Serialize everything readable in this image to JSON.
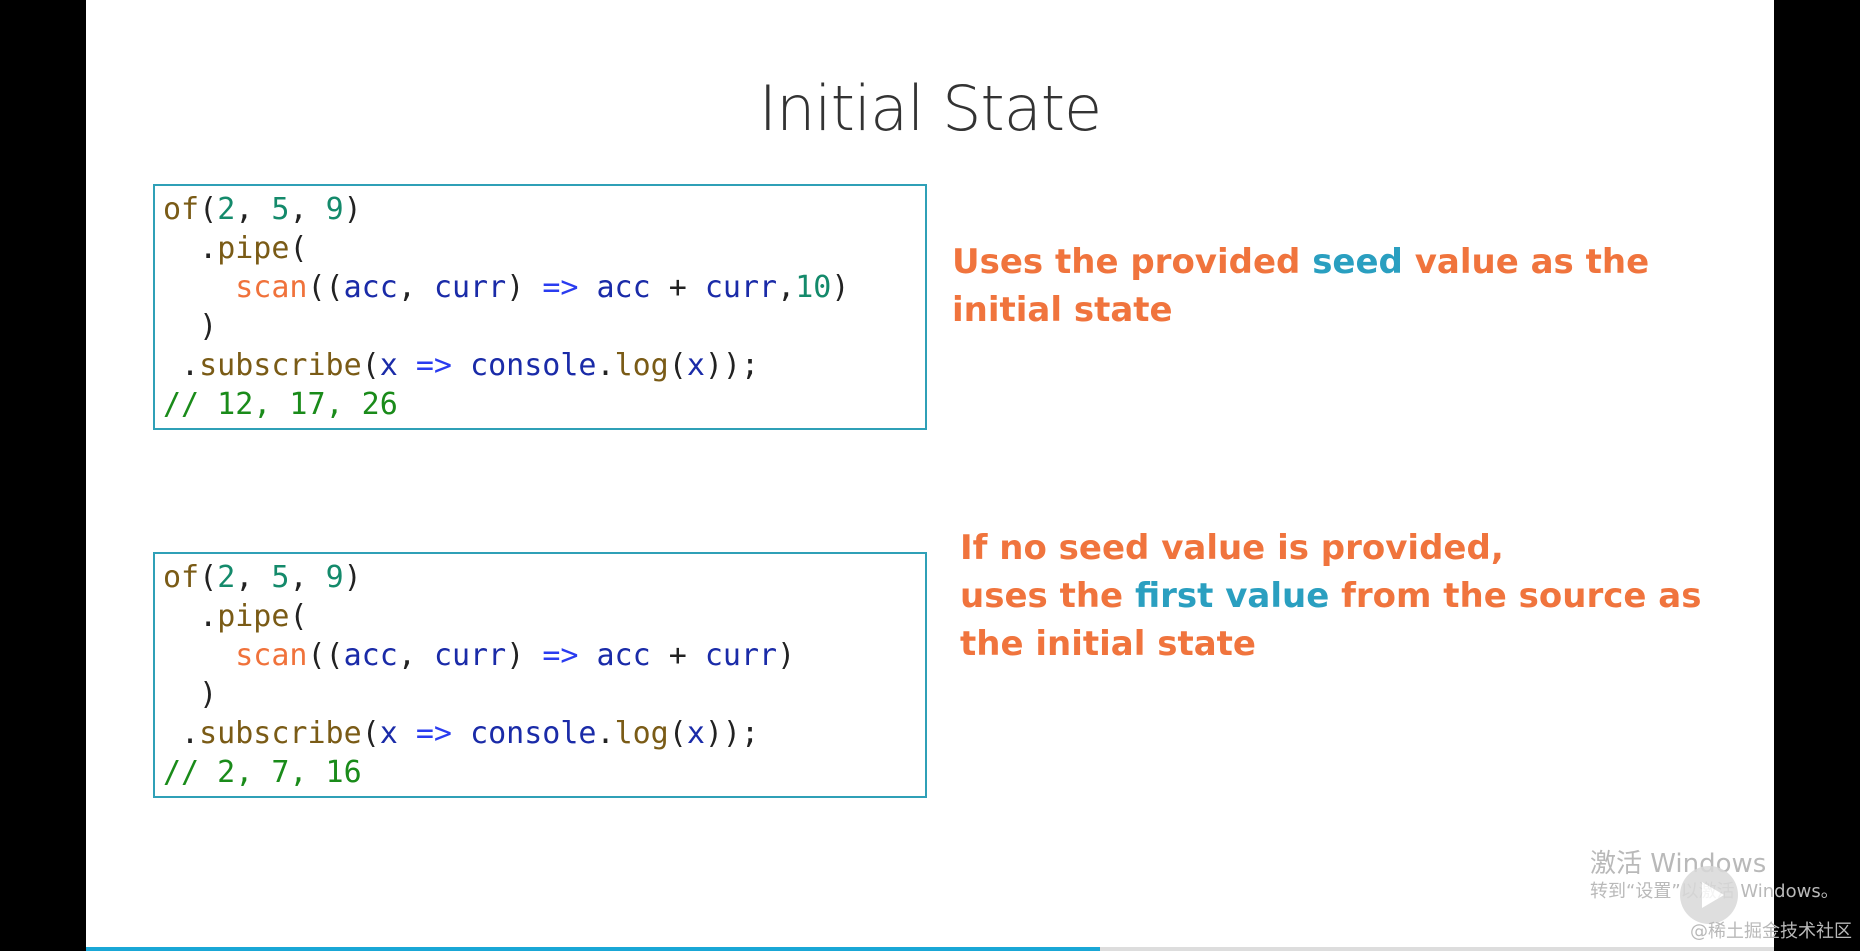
{
  "slide": {
    "title": "Initial State",
    "example1": {
      "lines": [
        [
          {
            "t": "of",
            "c": "fn"
          },
          {
            "t": "(",
            "c": "par"
          },
          {
            "t": "2",
            "c": "num"
          },
          {
            "t": ", ",
            "c": "par"
          },
          {
            "t": "5",
            "c": "num"
          },
          {
            "t": ", ",
            "c": "par"
          },
          {
            "t": "9",
            "c": "num"
          },
          {
            "t": ")",
            "c": "par"
          }
        ],
        [
          {
            "t": "  .",
            "c": "par"
          },
          {
            "t": "pipe",
            "c": "fn"
          },
          {
            "t": "(",
            "c": "par"
          }
        ],
        [
          {
            "t": "    ",
            "c": "par"
          },
          {
            "t": "scan",
            "c": "scan-kw"
          },
          {
            "t": "((",
            "c": "par"
          },
          {
            "t": "acc",
            "c": "id"
          },
          {
            "t": ", ",
            "c": "par"
          },
          {
            "t": "curr",
            "c": "id"
          },
          {
            "t": ") ",
            "c": "par"
          },
          {
            "t": "=>",
            "c": "op"
          },
          {
            "t": " ",
            "c": "par"
          },
          {
            "t": "acc",
            "c": "id"
          },
          {
            "t": " + ",
            "c": "par"
          },
          {
            "t": "curr",
            "c": "id"
          },
          {
            "t": ",",
            "c": "par"
          },
          {
            "t": "10",
            "c": "num"
          },
          {
            "t": ")",
            "c": "par"
          }
        ],
        [
          {
            "t": "  )",
            "c": "par"
          }
        ],
        [
          {
            "t": " .",
            "c": "par"
          },
          {
            "t": "subscribe",
            "c": "fn"
          },
          {
            "t": "(",
            "c": "par"
          },
          {
            "t": "x",
            "c": "id"
          },
          {
            "t": " ",
            "c": "par"
          },
          {
            "t": "=>",
            "c": "op"
          },
          {
            "t": " ",
            "c": "par"
          },
          {
            "t": "console",
            "c": "id"
          },
          {
            "t": ".",
            "c": "par"
          },
          {
            "t": "log",
            "c": "fn"
          },
          {
            "t": "(",
            "c": "par"
          },
          {
            "t": "x",
            "c": "id"
          },
          {
            "t": "));",
            "c": "par"
          }
        ],
        [
          {
            "t": "// 12, 17, 26",
            "c": "cmt"
          }
        ]
      ],
      "description": [
        {
          "t": "Uses the provided ",
          "hl": false
        },
        {
          "t": "seed",
          "hl": true
        },
        {
          "t": " value as the initial state",
          "hl": false
        }
      ]
    },
    "example2": {
      "lines": [
        [
          {
            "t": "of",
            "c": "fn"
          },
          {
            "t": "(",
            "c": "par"
          },
          {
            "t": "2",
            "c": "num"
          },
          {
            "t": ", ",
            "c": "par"
          },
          {
            "t": "5",
            "c": "num"
          },
          {
            "t": ", ",
            "c": "par"
          },
          {
            "t": "9",
            "c": "num"
          },
          {
            "t": ")",
            "c": "par"
          }
        ],
        [
          {
            "t": "  .",
            "c": "par"
          },
          {
            "t": "pipe",
            "c": "fn"
          },
          {
            "t": "(",
            "c": "par"
          }
        ],
        [
          {
            "t": "    ",
            "c": "par"
          },
          {
            "t": "scan",
            "c": "scan-kw"
          },
          {
            "t": "((",
            "c": "par"
          },
          {
            "t": "acc",
            "c": "id"
          },
          {
            "t": ", ",
            "c": "par"
          },
          {
            "t": "curr",
            "c": "id"
          },
          {
            "t": ") ",
            "c": "par"
          },
          {
            "t": "=>",
            "c": "op"
          },
          {
            "t": " ",
            "c": "par"
          },
          {
            "t": "acc",
            "c": "id"
          },
          {
            "t": " + ",
            "c": "par"
          },
          {
            "t": "curr",
            "c": "id"
          },
          {
            "t": ")",
            "c": "par"
          }
        ],
        [
          {
            "t": "  )",
            "c": "par"
          }
        ],
        [
          {
            "t": " .",
            "c": "par"
          },
          {
            "t": "subscribe",
            "c": "fn"
          },
          {
            "t": "(",
            "c": "par"
          },
          {
            "t": "x",
            "c": "id"
          },
          {
            "t": " ",
            "c": "par"
          },
          {
            "t": "=>",
            "c": "op"
          },
          {
            "t": " ",
            "c": "par"
          },
          {
            "t": "console",
            "c": "id"
          },
          {
            "t": ".",
            "c": "par"
          },
          {
            "t": "log",
            "c": "fn"
          },
          {
            "t": "(",
            "c": "par"
          },
          {
            "t": "x",
            "c": "id"
          },
          {
            "t": "));",
            "c": "par"
          }
        ],
        [
          {
            "t": "// 2, 7, 16",
            "c": "cmt"
          }
        ]
      ],
      "description_line1": "If no seed value is provided,",
      "description_line2": [
        {
          "t": "uses the ",
          "hl": false
        },
        {
          "t": "first value",
          "hl": true
        },
        {
          "t": " from the source as",
          "hl": false
        }
      ],
      "description_line3": "the initial state"
    }
  },
  "overlay": {
    "watermark_line1": "激活 Windows",
    "watermark_line2": "转到“设置”以激活 Windows。",
    "site_mark": "@稀土掘金技术社区",
    "progress": 0.6
  },
  "colors": {
    "accent_orange": "#f0743d",
    "accent_blue": "#2a9fc0",
    "box_border": "#2fa0b7"
  }
}
